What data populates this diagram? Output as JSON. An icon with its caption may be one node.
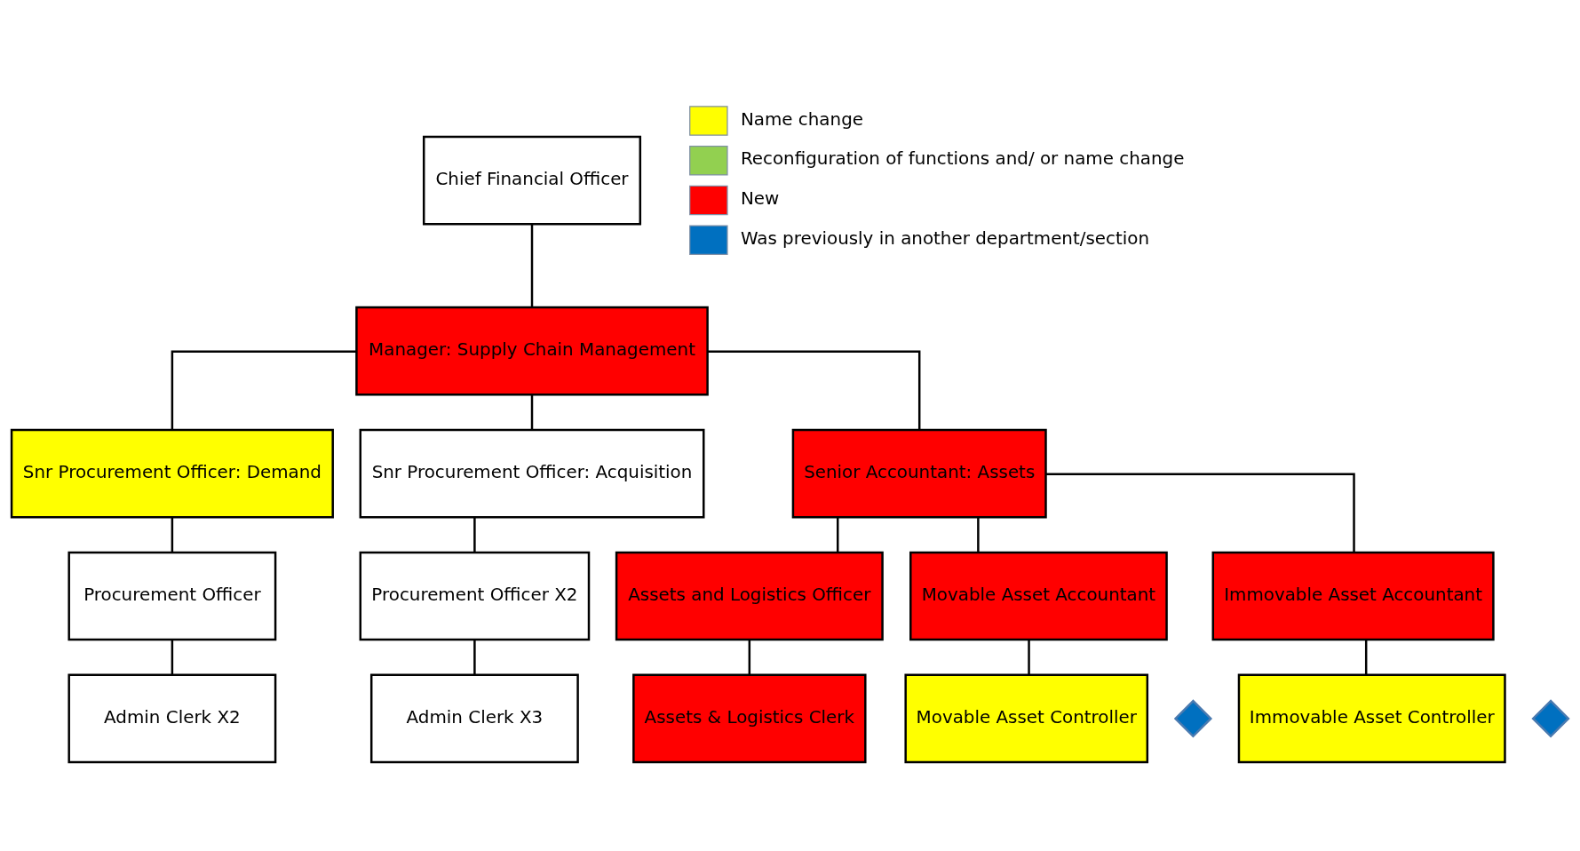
{
  "diagram": {
    "nodes": [
      {
        "text": [
          "Chief Financial Officer"
        ]
      },
      {
        "text": [
          "Manager: Supply Chain Management"
        ]
      },
      {
        "text": [
          "Snr Procurement Officer: Demand"
        ]
      },
      {
        "text": [
          "Snr Procurement Officer: Acquisition"
        ]
      },
      {
        "text": [
          "Senior Accountant: Assets"
        ]
      },
      {
        "text": [
          "Procurement Officer"
        ]
      },
      {
        "text": [
          "Procurement Officer X2"
        ]
      },
      {
        "text": [
          "Assets and Logistics Officer"
        ]
      },
      {
        "text": [
          "Movable Asset Accountant"
        ]
      },
      {
        "text": [
          "Immovable Asset Accountant"
        ]
      },
      {
        "text": [
          "Admin Clerk X2"
        ]
      },
      {
        "text": [
          "Admin Clerk X3"
        ]
      },
      {
        "text": [
          "Assets & Logistics Clerk"
        ]
      },
      {
        "text": [
          "Movable Asset Controller"
        ]
      },
      {
        "text": [],
        "shape": "diamond"
      },
      {
        "text": [
          "Immovable Asset Controller"
        ]
      },
      {
        "text": [],
        "shape": "diamond"
      }
    ],
    "edges": [
      {
        "from": 0,
        "to": 1,
        "arrow": "none"
      },
      {
        "from": 1,
        "to": 2,
        "arrow": "none"
      },
      {
        "from": 1,
        "to": 3,
        "arrow": "none"
      },
      {
        "from": 1,
        "to": 4,
        "arrow": "none"
      },
      {
        "from": 2,
        "to": 5,
        "arrow": "none"
      },
      {
        "from": 3,
        "to": 6,
        "arrow": "none"
      },
      {
        "from": 4,
        "to": 7,
        "arrow": "none"
      },
      {
        "from": 4,
        "to": 8,
        "arrow": "none"
      },
      {
        "from": 4,
        "to": 9,
        "arrow": "none"
      },
      {
        "from": 5,
        "to": 10,
        "arrow": "none"
      },
      {
        "from": 6,
        "to": 11,
        "arrow": "none"
      },
      {
        "from": 7,
        "to": 12,
        "arrow": "none"
      },
      {
        "from": 8,
        "to": 13,
        "arrow": "none"
      },
      {
        "from": 9,
        "to": 15,
        "arrow": "none"
      }
    ],
    "legend": [
      {
        "text": "Name change",
        "color": "#ffff00"
      },
      {
        "text": "Reconfiguration of functions and/ or name change",
        "color": "#92d050"
      },
      {
        "text": "New",
        "color": "#ff0000"
      },
      {
        "text": "Was previously in another department/section"
      }
    ]
  }
}
